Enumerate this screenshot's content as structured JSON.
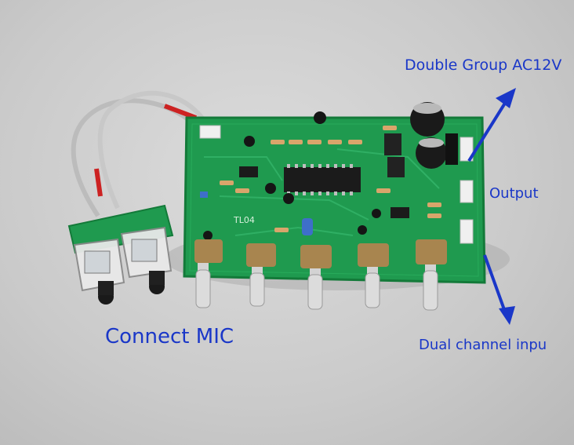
{
  "annotations": {
    "power_input": "Double Group AC12V",
    "output": "Output",
    "dual_input": "Dual channel inpu",
    "mic": "Connect MIC"
  },
  "board": {
    "model": "TL04"
  },
  "colors": {
    "annotation_text": "#1a37c8",
    "pcb": "#1f9a4f",
    "background": "#cfcfcf"
  }
}
